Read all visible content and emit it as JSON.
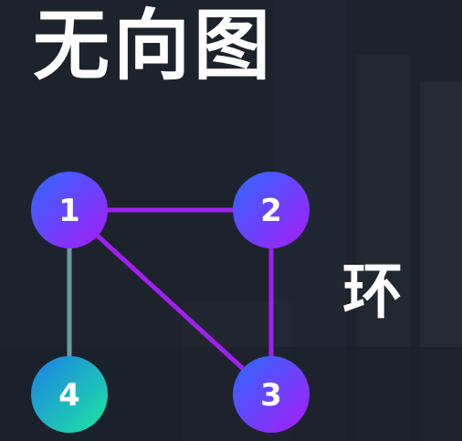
{
  "title": "无向图",
  "annotation": "环",
  "colors": {
    "background": "#1e252f",
    "edge_highlight": "#a020f0",
    "edge_plain": "#6b9a9c",
    "node_gradient_start": "#2b6bff",
    "node_gradient_end": "#a81cf5",
    "node4_gradient_start": "#1a7fe6",
    "node4_gradient_end": "#1fe6a0"
  },
  "graph": {
    "nodes": [
      {
        "id": "1",
        "label": "1"
      },
      {
        "id": "2",
        "label": "2"
      },
      {
        "id": "3",
        "label": "3"
      },
      {
        "id": "4",
        "label": "4"
      }
    ],
    "edges": [
      {
        "from": "1",
        "to": "2",
        "cycle": true
      },
      {
        "from": "2",
        "to": "3",
        "cycle": true
      },
      {
        "from": "1",
        "to": "3",
        "cycle": true
      },
      {
        "from": "1",
        "to": "4",
        "cycle": false
      }
    ]
  }
}
